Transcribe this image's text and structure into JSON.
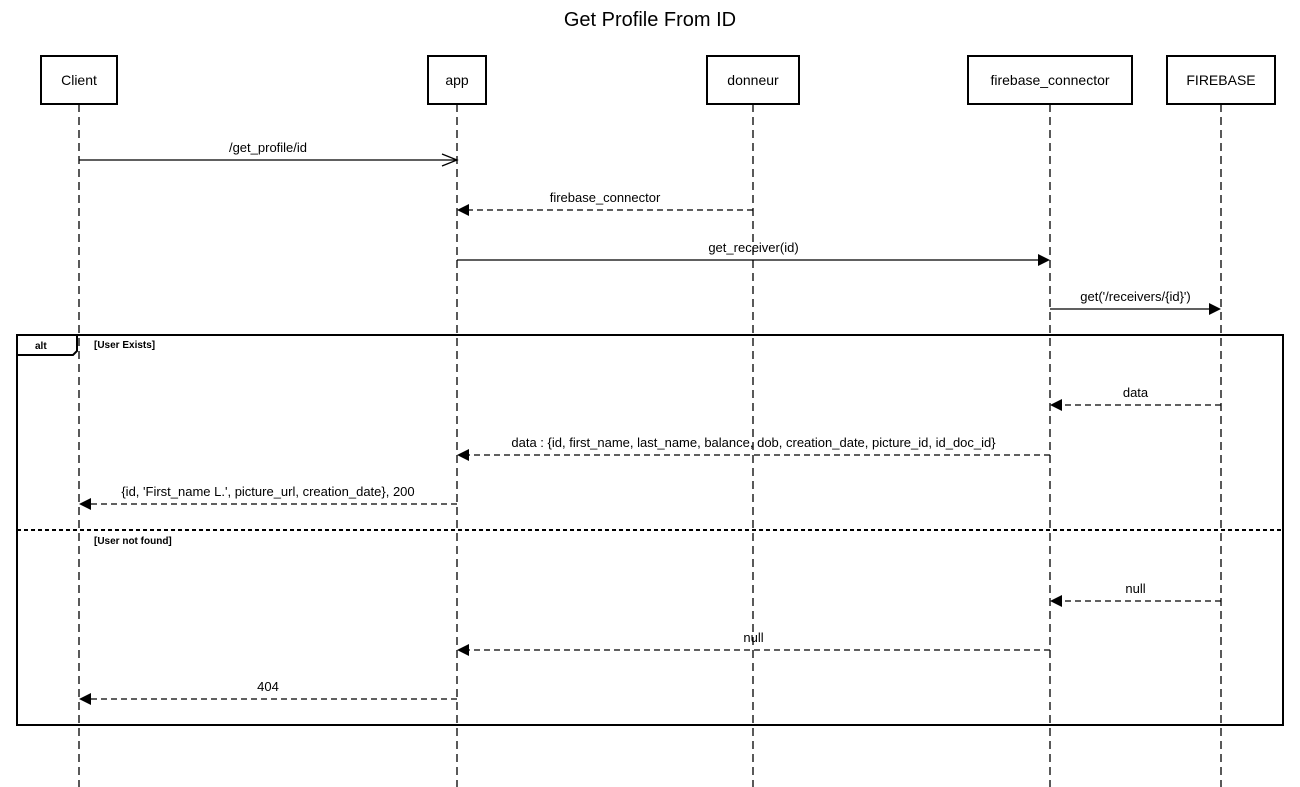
{
  "title": "Get Profile From ID",
  "participants": [
    {
      "id": "client",
      "label": "Client"
    },
    {
      "id": "app",
      "label": "app"
    },
    {
      "id": "donneur",
      "label": "donneur"
    },
    {
      "id": "firebase_connector",
      "label": "firebase_connector"
    },
    {
      "id": "firebase",
      "label": "FIREBASE"
    }
  ],
  "messages": [
    {
      "from": "client",
      "to": "app",
      "label": "/get_profile/id",
      "style": "solid",
      "arrow": "open"
    },
    {
      "from": "donneur",
      "to": "app",
      "label": "firebase_connector",
      "style": "dashed",
      "arrow": "filled"
    },
    {
      "from": "app",
      "to": "firebase_connector",
      "label": "get_receiver(id)",
      "style": "solid",
      "arrow": "filled"
    },
    {
      "from": "firebase_connector",
      "to": "firebase",
      "label": "get('/receivers/{id}')",
      "style": "solid",
      "arrow": "filled"
    },
    {
      "from": "firebase",
      "to": "firebase_connector",
      "label": "data",
      "style": "dashed",
      "arrow": "filled"
    },
    {
      "from": "firebase_connector",
      "to": "app",
      "label": "data : {id, first_name, last_name, balance, dob, creation_date, picture_id, id_doc_id}",
      "style": "dashed",
      "arrow": "filled"
    },
    {
      "from": "app",
      "to": "client",
      "label": "{id, 'First_name L.', picture_url, creation_date}, 200",
      "style": "dashed",
      "arrow": "filled"
    },
    {
      "from": "firebase",
      "to": "firebase_connector",
      "label": "null",
      "style": "dashed",
      "arrow": "filled"
    },
    {
      "from": "firebase_connector",
      "to": "app",
      "label": "null",
      "style": "dashed",
      "arrow": "filled"
    },
    {
      "from": "app",
      "to": "client",
      "label": "404",
      "style": "dashed",
      "arrow": "filled"
    }
  ],
  "alt_frame": {
    "keyword": "alt",
    "branches": [
      {
        "guard": "[User Exists]"
      },
      {
        "guard": "[User not found]"
      }
    ]
  }
}
